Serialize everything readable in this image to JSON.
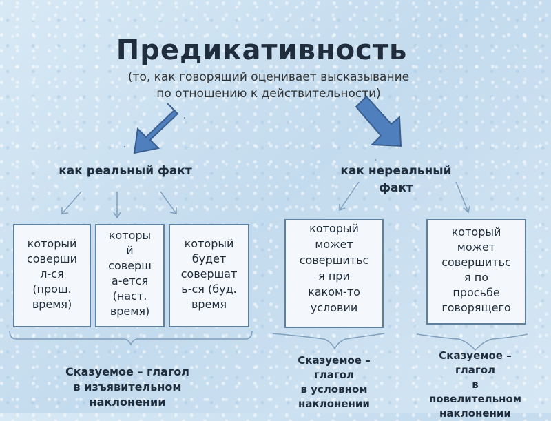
{
  "title": "Предикативность",
  "subtitle": [
    "(то, как говорящий оценивает высказывание",
    "по отношению к действительности)"
  ],
  "real_label": "как реальный факт",
  "unreal_label": [
    "как нереальный",
    "факт"
  ],
  "boxes": [
    {
      "lines": [
        "который",
        "соверши",
        "л-ся",
        "(прош.",
        "время)"
      ]
    },
    {
      "lines": [
        "которы",
        "й",
        "соверш",
        "а-ется",
        "(наст.",
        "время)"
      ]
    },
    {
      "lines": [
        "который",
        "будет",
        "совершат",
        "ь-ся (буд.",
        "время"
      ]
    },
    {
      "lines": [
        "который",
        "может",
        "совершитьс",
        "я при",
        "каком-то",
        "условии"
      ]
    },
    {
      "lines": [
        "который",
        "может",
        "совершитьс",
        "я по",
        "просьбе",
        "говорящего"
      ]
    }
  ],
  "summaries": [
    {
      "lines": [
        "Сказуемое – глагол",
        "в изъявительном",
        "наклонении"
      ]
    },
    {
      "lines": [
        "Сказуемое –",
        "глагол",
        "в условном",
        "наклонении"
      ]
    },
    {
      "lines": [
        "Сказуемое –",
        "глагол",
        "в",
        "повелительном",
        "наклонении"
      ]
    }
  ],
  "colors": {
    "arrow_fill": "#4f7fbd",
    "arrow_stroke": "#3a5f8f",
    "box_border": "#5f7f9e",
    "thin_arrow": "#7f9fbd"
  }
}
